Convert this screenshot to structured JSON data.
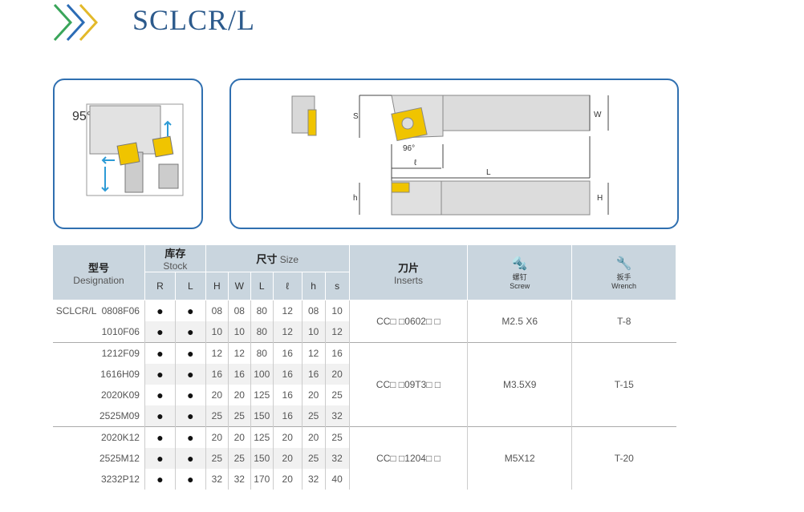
{
  "title": "SCLCR/L",
  "diagram": {
    "angle_left": "95°",
    "angle_insert": "96°",
    "dims": {
      "S": "S",
      "W": "W",
      "l": "ℓ",
      "L": "L",
      "h": "h",
      "H": "H"
    }
  },
  "table": {
    "designation_cn": "型号",
    "designation_en": "Designation",
    "stock_cn": "库存",
    "stock_en": "Stock",
    "stock_cols": [
      "R",
      "L"
    ],
    "size_cn": "尺寸",
    "size_en": "Size",
    "size_cols": [
      "H",
      "W",
      "L",
      "ℓ",
      "h",
      "s"
    ],
    "inserts_cn": "刀片",
    "inserts_en": "Inserts",
    "screw_cn": "螺钉",
    "screw_en": "Screw",
    "wrench_cn": "扳手",
    "wrench_en": "Wrench",
    "groups": [
      {
        "insert": "CC□ □0602□ □",
        "screw": "M2.5 X6",
        "wrench": "T-8",
        "rows": [
          {
            "des": "SCLCR/L  0808F06",
            "R": "●",
            "L": "●",
            "dims": [
              "08",
              "08",
              "80",
              "12",
              "08",
              "10"
            ]
          },
          {
            "des": "1010F06",
            "R": "●",
            "L": "●",
            "dims": [
              "10",
              "10",
              "80",
              "12",
              "10",
              "12"
            ]
          }
        ]
      },
      {
        "insert": "CC□ □09T3□ □",
        "screw": "M3.5X9",
        "wrench": "T-15",
        "rows": [
          {
            "des": "1212F09",
            "R": "●",
            "L": "●",
            "dims": [
              "12",
              "12",
              "80",
              "16",
              "12",
              "16"
            ]
          },
          {
            "des": "1616H09",
            "R": "●",
            "L": "●",
            "dims": [
              "16",
              "16",
              "100",
              "16",
              "16",
              "20"
            ]
          },
          {
            "des": "2020K09",
            "R": "●",
            "L": "●",
            "dims": [
              "20",
              "20",
              "125",
              "16",
              "20",
              "25"
            ]
          },
          {
            "des": "2525M09",
            "R": "●",
            "L": "●",
            "dims": [
              "25",
              "25",
              "150",
              "16",
              "25",
              "32"
            ]
          }
        ]
      },
      {
        "insert": "CC□ □1204□ □",
        "screw": "M5X12",
        "wrench": "T-20",
        "rows": [
          {
            "des": "2020K12",
            "R": "●",
            "L": "●",
            "dims": [
              "20",
              "20",
              "125",
              "20",
              "20",
              "25"
            ]
          },
          {
            "des": "2525M12",
            "R": "●",
            "L": "●",
            "dims": [
              "25",
              "25",
              "150",
              "20",
              "25",
              "32"
            ]
          },
          {
            "des": "3232P12",
            "R": "●",
            "L": "●",
            "dims": [
              "32",
              "32",
              "170",
              "20",
              "32",
              "40"
            ]
          }
        ]
      }
    ]
  }
}
